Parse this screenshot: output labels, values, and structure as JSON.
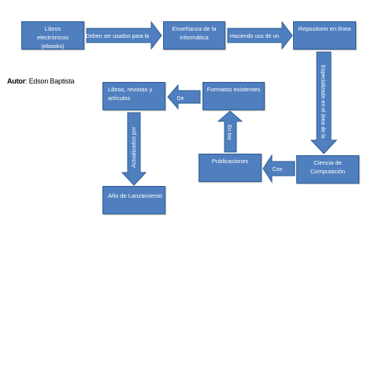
{
  "author": {
    "label": "Autor",
    "name": ": Edson Baptista"
  },
  "nodes": {
    "libros_electronicos": "Libros electrónicos (ebooks)",
    "ensenanza": "Enseñanza de la informática",
    "repositorio": "Repositorio en línea",
    "formatos": "Formatos existentes",
    "libros_revistas": "Libros, revistas y artículos",
    "publicaciones": "Publicaciones",
    "ciencia": "Ciencia de Computación",
    "lanzamiento": "Año de Lanzamiento"
  },
  "connectors": {
    "deben": "Deben ser usados para la",
    "haciendo": "Haciendo uso de un",
    "especializado": "Especializado en el área de la",
    "con": "Con",
    "en_los": "En los",
    "de": "De",
    "actualizados": "Actualizados por"
  },
  "colors": {
    "fill": "#4f7fbf",
    "stroke": "#2f5d94",
    "text": "#ffffff"
  }
}
